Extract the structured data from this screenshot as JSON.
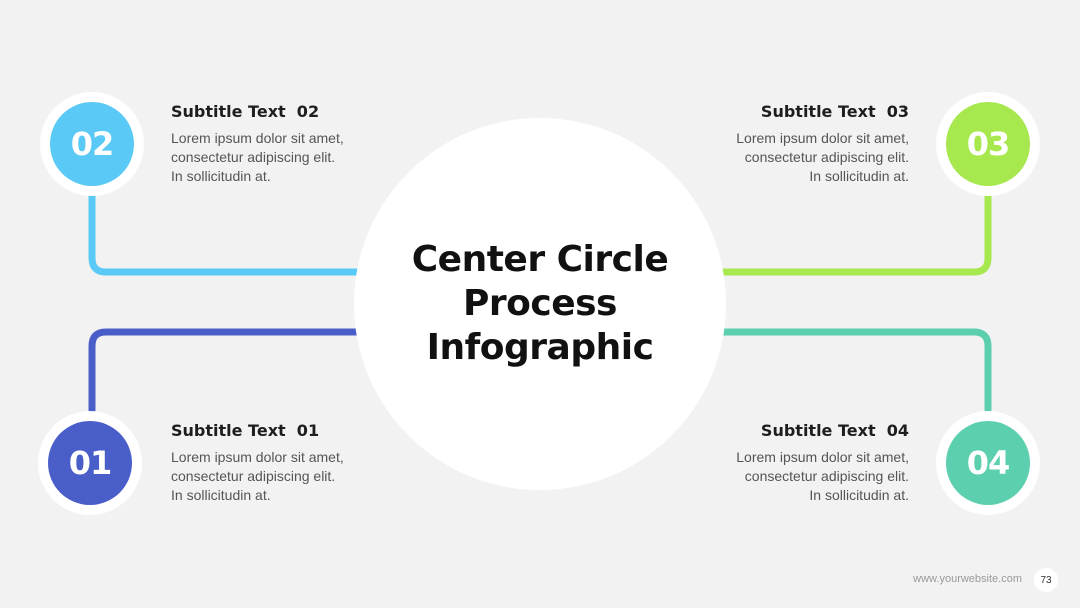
{
  "title": "Center Circle Process Infographic",
  "steps": {
    "s01": {
      "number": "01",
      "subtitle": "Subtitle Text  01",
      "lines": [
        "Lorem ipsum dolor sit amet,",
        "consectetur adipiscing elit.",
        "In sollicitudin at."
      ],
      "color": "#4a5ec9"
    },
    "s02": {
      "number": "02",
      "subtitle": "Subtitle Text  02",
      "lines": [
        "Lorem ipsum dolor sit amet,",
        "consectetur adipiscing elit.",
        "In sollicitudin at."
      ],
      "color": "#5bc9f5"
    },
    "s03": {
      "number": "03",
      "subtitle": "Subtitle Text  03",
      "lines": [
        "Lorem ipsum dolor sit amet,",
        "consectetur adipiscing elit.",
        "In sollicitudin at."
      ],
      "color": "#a8e84f"
    },
    "s04": {
      "number": "04",
      "subtitle": "Subtitle Text  04",
      "lines": [
        "Lorem ipsum dolor sit amet,",
        "consectetur adipiscing elit.",
        "In sollicitudin at."
      ],
      "color": "#5ccfae"
    }
  },
  "footer": {
    "website": "www.yourwebsite.com",
    "page_number": "73"
  }
}
